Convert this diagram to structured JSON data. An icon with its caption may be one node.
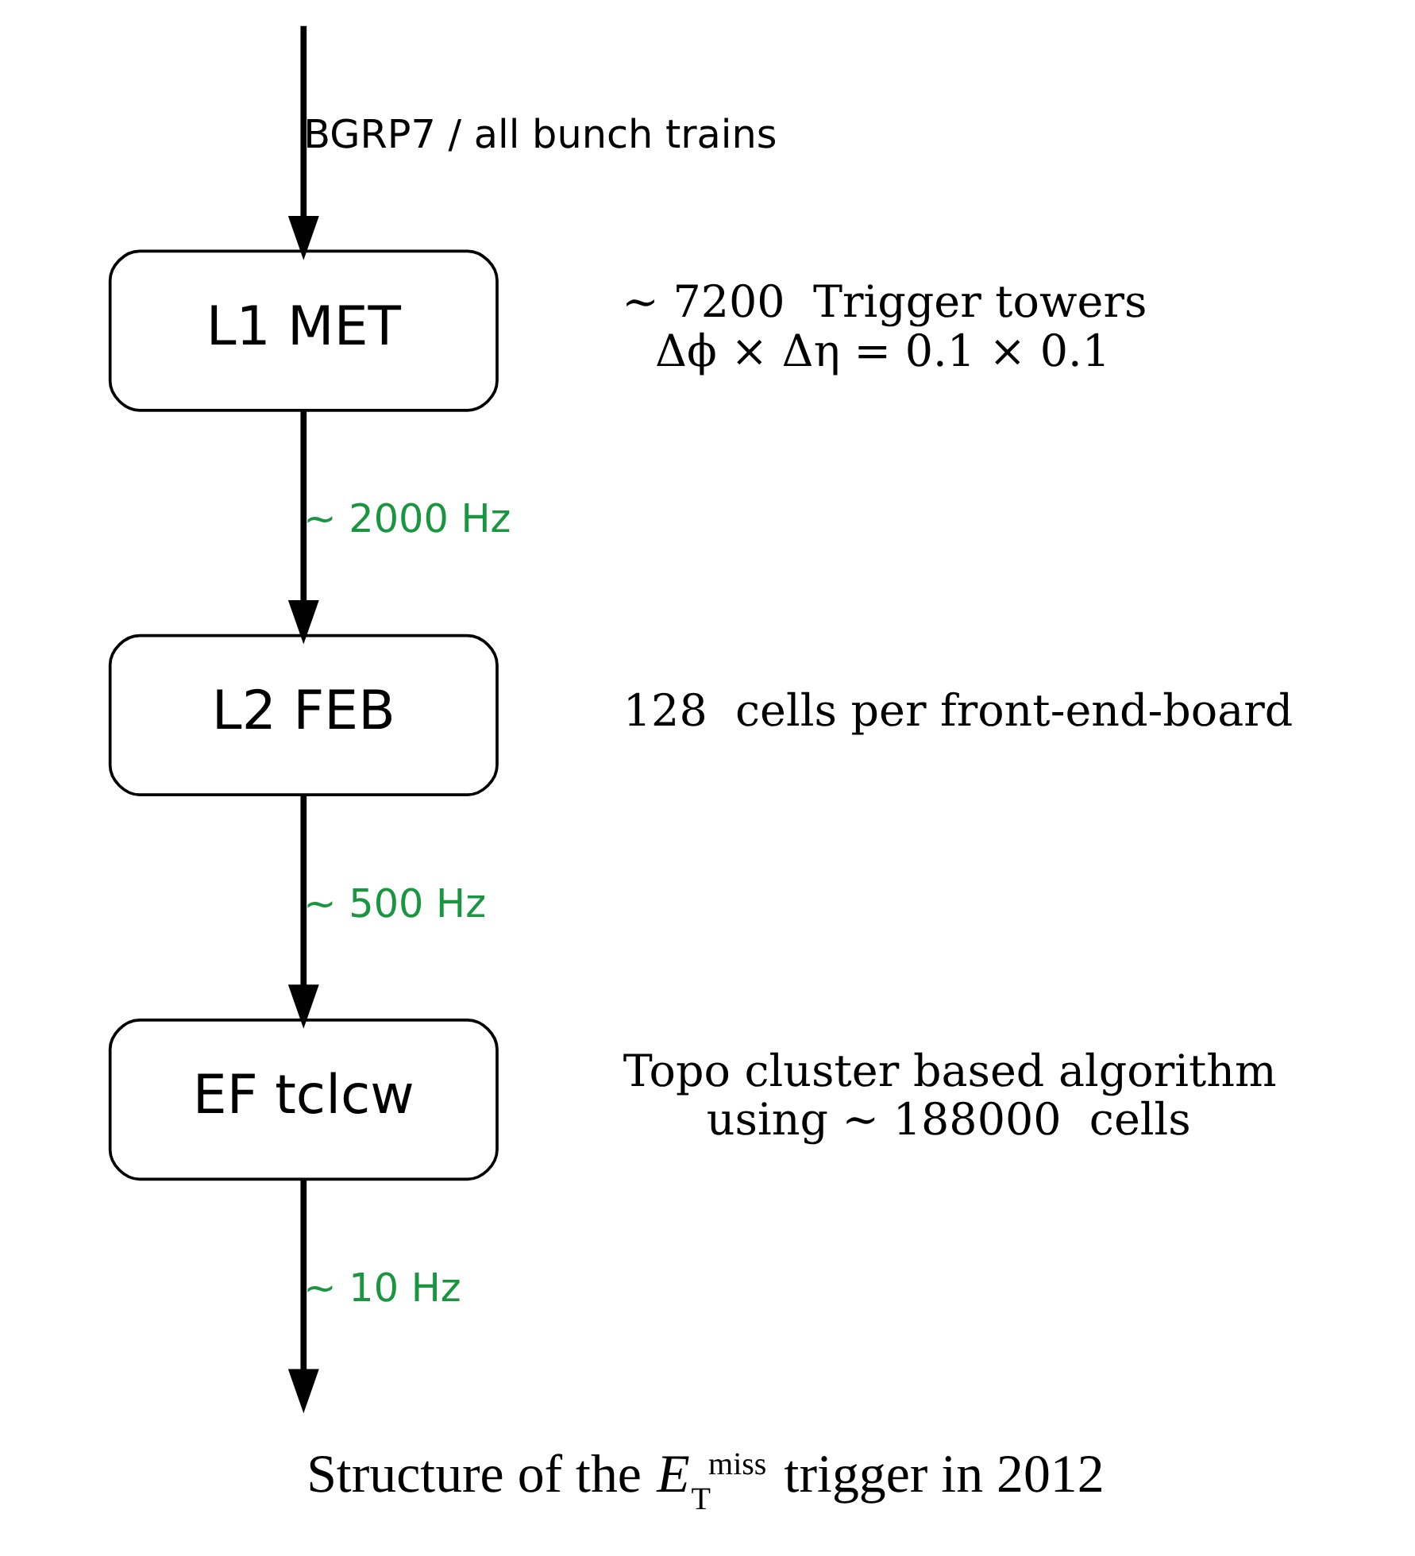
{
  "diagram": {
    "caption": "Structure of the *E*$_{T}$$^{miss}$ trigger in 2012",
    "nodes": [
      {
        "text": [
          "L1 MET"
        ],
        "beside": [
          "∼ 7200  Trigger towers",
          "Δϕ × Δη = 0.1 × 0.1"
        ]
      },
      {
        "text": [
          "L2 FEB"
        ],
        "beside": [
          "128  cells per front-end-board"
        ]
      },
      {
        "text": [
          "EF tclcw"
        ],
        "beside": [
          "Topo cluster based algorithm using ∼ 188000  cells"
        ]
      }
    ],
    "edges": [
      {
        "from": null,
        "to": 0,
        "arrow": "to",
        "label": "BGRP7 / all bunch trains"
      },
      {
        "from": 0,
        "to": 1,
        "arrow": "to",
        "label": "~ 2000 Hz"
      },
      {
        "from": 1,
        "to": 2,
        "arrow": "to",
        "label": "~ 500 Hz"
      },
      {
        "from": 2,
        "to": null,
        "arrow": "to",
        "label": "~ 10 Hz"
      }
    ]
  }
}
